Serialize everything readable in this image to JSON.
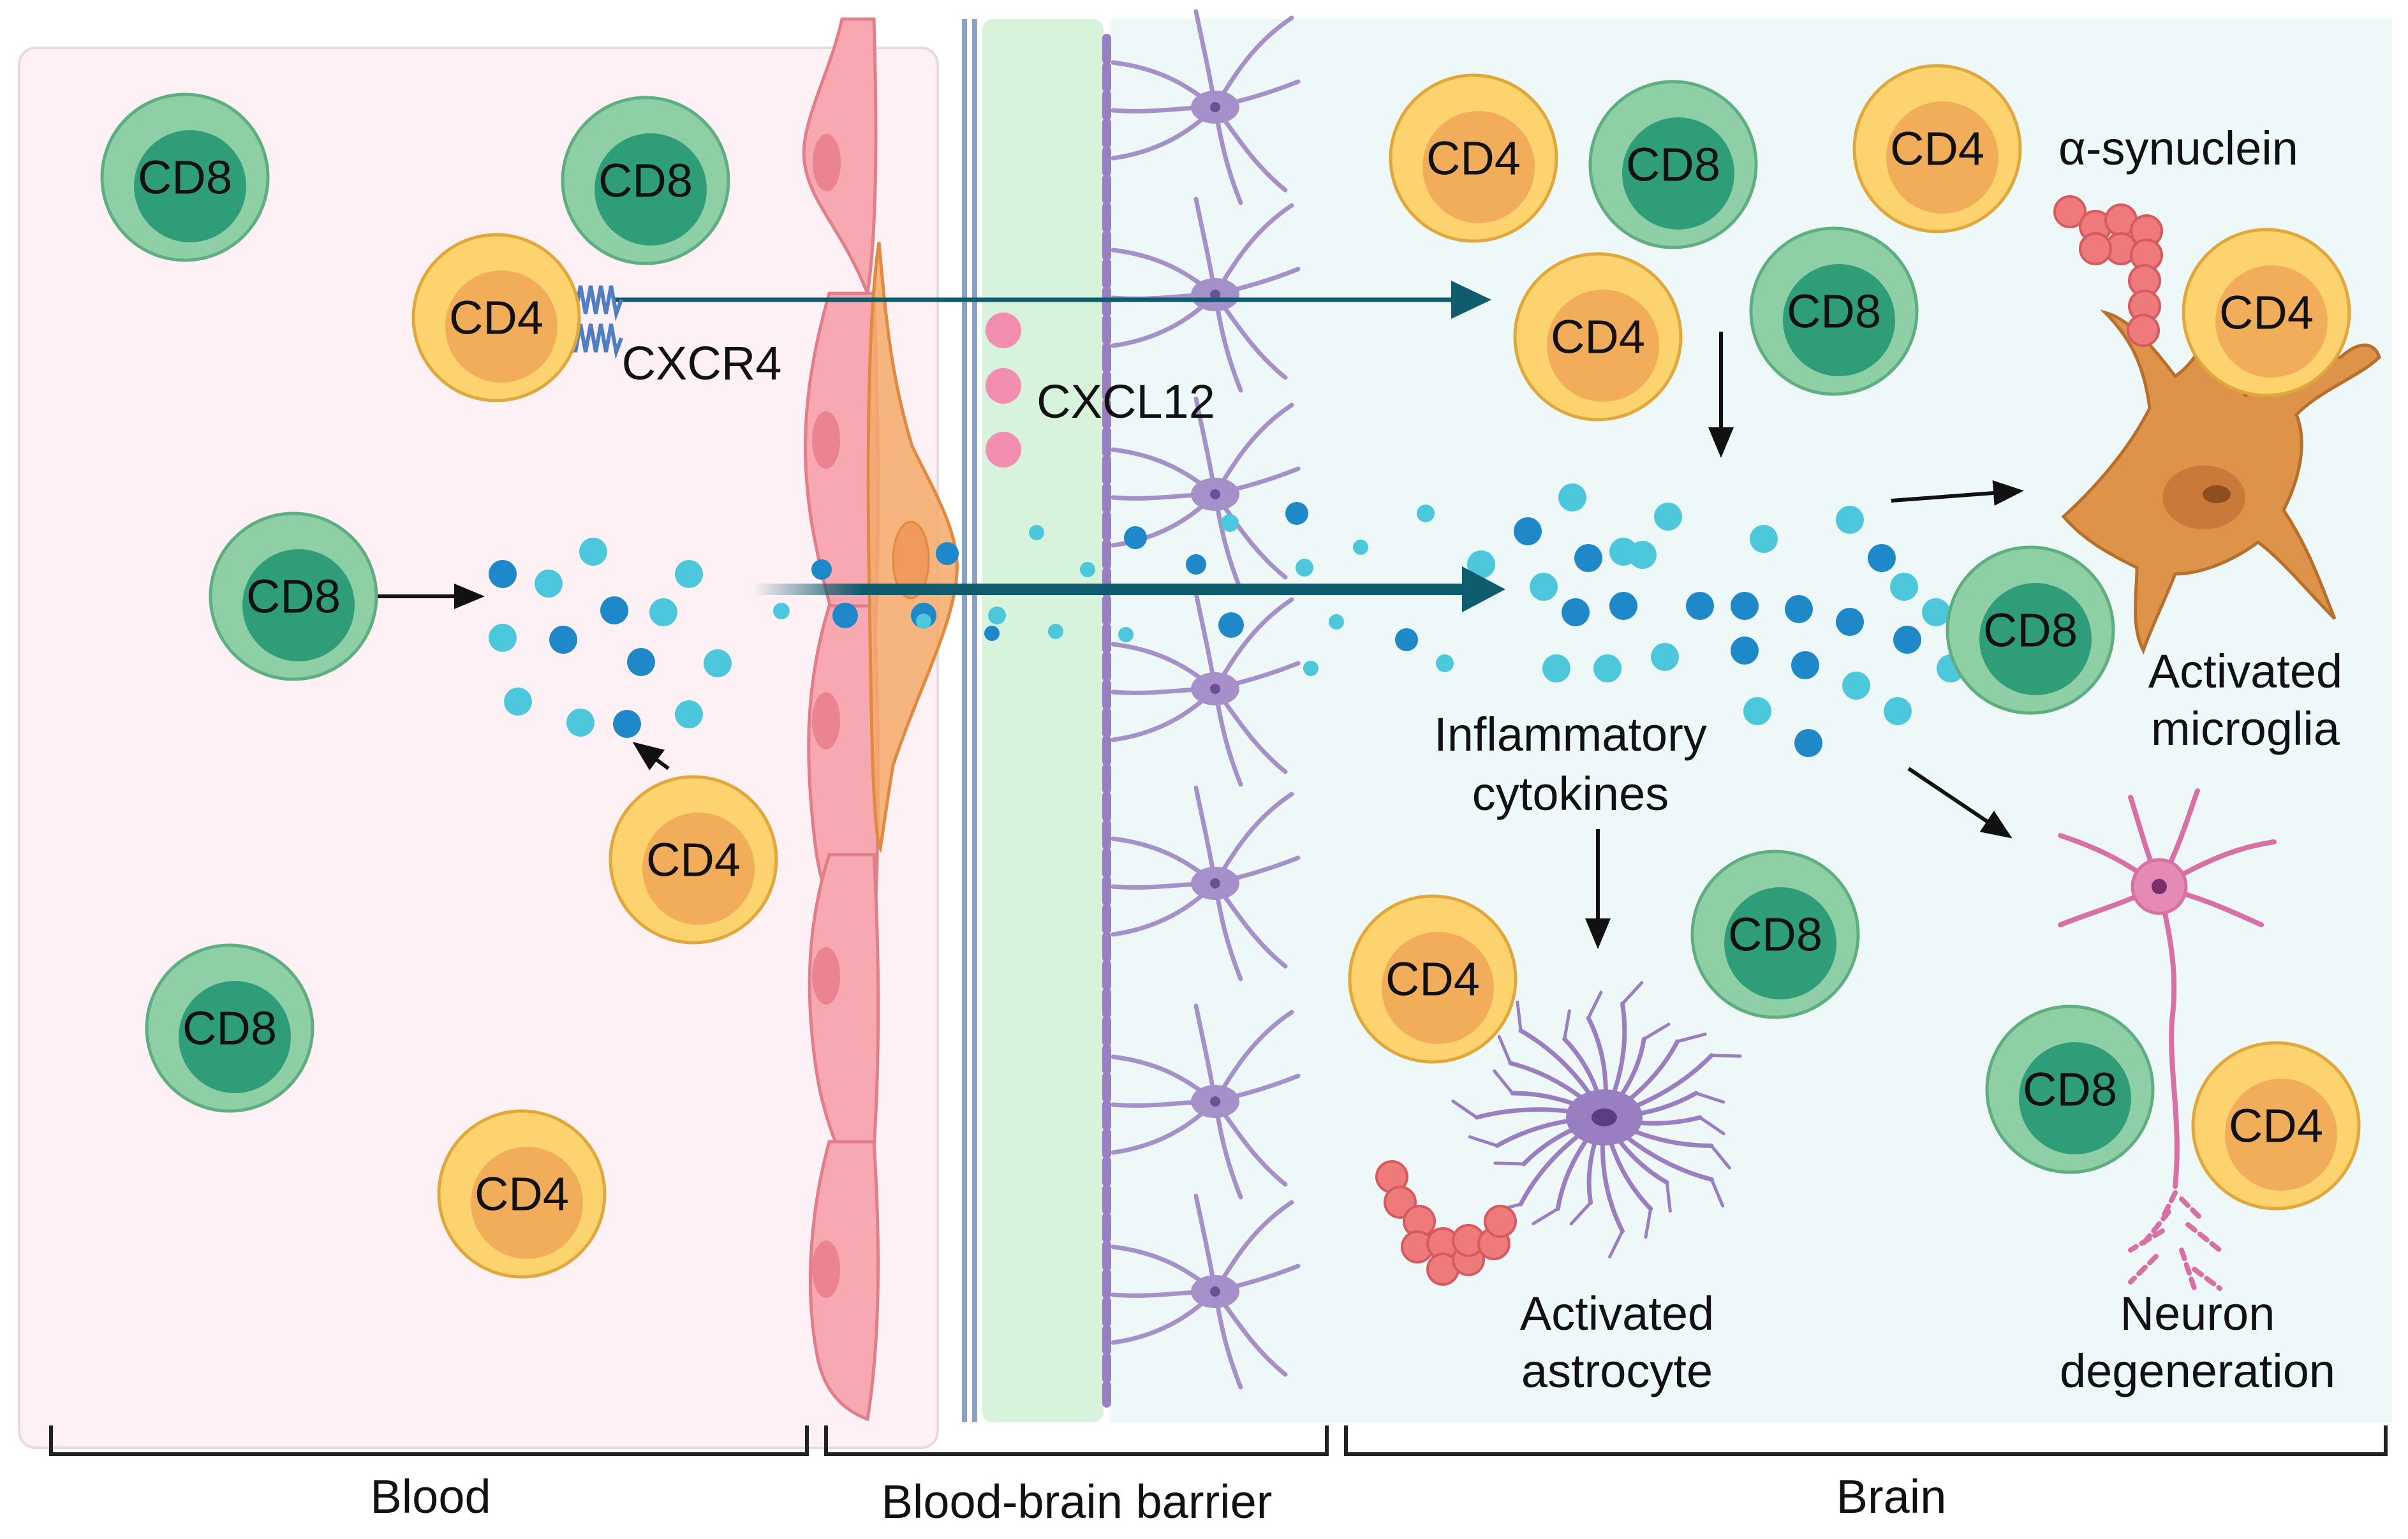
{
  "regions": {
    "blood": "Blood",
    "bbb": "Blood-brain barrier",
    "brain": "Brain"
  },
  "cells": {
    "cd4": "CD4",
    "cd8": "CD8"
  },
  "labels": {
    "cxcr4": "CXCR4",
    "cxcl12": "CXCL12",
    "synuclein": "α-synuclein",
    "cytokines_1": "Inflammatory",
    "cytokines_2": "cytokines",
    "microglia_1": "Activated",
    "microglia_2": "microglia",
    "astrocyte_1": "Activated",
    "astrocyte_2": "astrocyte",
    "neuron_1": "Neuron",
    "neuron_2": "degeneration"
  },
  "colors": {
    "blood_bg": "#fdf1f5",
    "brain_bg": "#eef8f8",
    "bbb_green": "#d8f3dc",
    "endothelial": "#f7a8b0",
    "pericyte": "#f5a96a",
    "cd4_outer": "#fdd36f",
    "cd4_inner": "#f2ad5a",
    "cd8_outer": "#8fcfa5",
    "cd8_inner": "#2f9e78",
    "astro": "#9a7ec2",
    "microglia": "#dd934a",
    "neuron": "#e48ab5",
    "cytokine_dark": "#1e88c8",
    "cytokine_light": "#4cc7dc",
    "arrow_teal": "#0f5c6e",
    "synuclein": "#ef7a7c",
    "cxcl12": "#f28eb0"
  }
}
